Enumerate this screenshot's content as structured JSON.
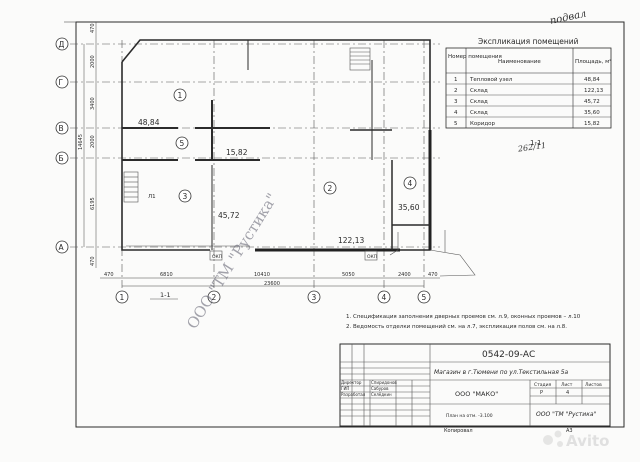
{
  "handwritten_note": "подвал",
  "handwritten_code": "262/11",
  "section_mark": "1-1",
  "section_mark_plan": "1-1",
  "explication": {
    "title": "Экспликация помещений",
    "headers": [
      "Номер помещения",
      "Наименование",
      "Площадь, м²"
    ],
    "rows": [
      [
        "1",
        "Тепловой узел",
        "48,84"
      ],
      [
        "2",
        "Склад",
        "122,13"
      ],
      [
        "3",
        "Склад",
        "45,72"
      ],
      [
        "4",
        "Склад",
        "35,60"
      ],
      [
        "5",
        "Коридор",
        "15,82"
      ]
    ]
  },
  "axes_rows": [
    "Д",
    "Г",
    "В",
    "Б",
    "А"
  ],
  "axes_cols": [
    "1",
    "2",
    "3",
    "4",
    "5"
  ],
  "dims_left": [
    "470",
    "2000",
    "3400",
    "2000",
    "6195",
    "470"
  ],
  "dim_left_total": "14645",
  "dims_bottom": [
    "470",
    "6810",
    "10410",
    "5050",
    "2400",
    "470"
  ],
  "dim_bottom_total": "23600",
  "rooms": [
    {
      "num": "1",
      "area": "48,84"
    },
    {
      "num": "2",
      "area": "122,13"
    },
    {
      "num": "3",
      "area": "45,72"
    },
    {
      "num": "4",
      "area": "35,60"
    },
    {
      "num": "5",
      "area": "15,82"
    }
  ],
  "unit_labels": [
    "ОКП",
    "ОКП"
  ],
  "stair_label": "Л1",
  "notes": [
    "1. Спецификация заполнения дверных проемов см. л.9, оконных проемов – л.10",
    "2. Ведомость отделки помещений см. на л.7, экспликация полов см. на л.8."
  ],
  "title_block": {
    "code": "0542-09-АС",
    "project": "Магазин в г.Тюмени по ул.Текстильная 5а",
    "stage_headers": [
      "Стадия",
      "Лист",
      "Листов"
    ],
    "stage_values": [
      "Р",
      "4",
      ""
    ],
    "client": "ООО \"МАКО\"",
    "sheet_name": "План на отм. -3.100",
    "org": "ООО \"ТМ \"Рустика\"",
    "roles": [
      "Директор",
      "ГИП",
      "Разработал"
    ],
    "names": [
      "Спиридонов",
      "Сабуров",
      "Селёдкин"
    ],
    "copied": "Копировал",
    "format": "А3"
  },
  "stamp_text": "ООО \"ТМ \"Рустика\"",
  "watermark": "Avito"
}
